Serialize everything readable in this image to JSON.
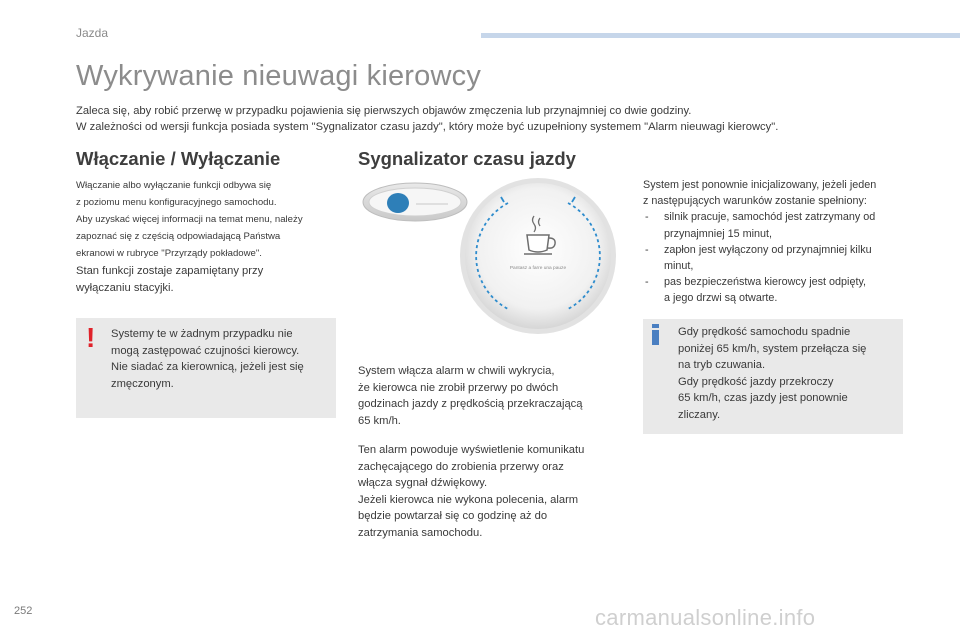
{
  "header": {
    "section_label": "Jazda",
    "page_title": "Wykrywanie nieuwagi kierowcy",
    "intro_lines": [
      "Zaleca się, aby robić przerwę w przypadku pojawienia się pierwszych objawów zmęczenia lub przynajmniej co dwie godziny.",
      "W zależności od wersji funkcja posiada system \"Sygnalizator czasu jazdy\", który może być uzupełniony systemem \"Alarm nieuwagi kierowcy\"."
    ]
  },
  "left": {
    "heading": "Włączanie / Wyłączanie",
    "small_lines": [
      "Włączanie albo wyłączanie funkcji odbywa się",
      "z poziomu menu konfiguracyjnego samochodu.",
      "Aby uzyskać więcej informacji na temat menu, należy",
      "zapoznać się z częścią odpowiadającą Państwa",
      "ekranowi w rubryce \"Przyrządy pokładowe\"."
    ],
    "memory_lines": [
      "Stan funkcji zostaje zapamiętany przy",
      "wyłączaniu stacyjki."
    ],
    "warning_mark": "!",
    "warning_lines": [
      "Systemy te w żadnym przypadku nie",
      "mogą zastępować czujności kierowcy.",
      "Nie siadać za kierownicą, jeżeli jest się",
      "zmęczonym."
    ]
  },
  "middle": {
    "heading": "Sygnalizator czasu jazdy",
    "display_message": "Pantasz a farre una pauze",
    "p1_lines": [
      "System włącza alarm w chwili wykrycia,",
      "że kierowca nie zrobił przerwy po dwóch",
      "godzinach jazdy z prędkością przekraczającą",
      "65 km/h."
    ],
    "p2_lines": [
      "Ten alarm powoduje wyświetlenie komunikatu",
      "zachęcającego do zrobienia przerwy oraz",
      "włącza sygnał dźwiękowy.",
      "Jeżeli kierowca nie wykona polecenia, alarm",
      "będzie powtarzał się co godzinę aż do",
      "zatrzymania samochodu."
    ]
  },
  "right": {
    "intro_lines": [
      "System jest ponownie inicjalizowany, jeżeli jeden",
      "z następujących warunków zostanie spełniony:"
    ],
    "bullet_dash": "-",
    "items": [
      [
        "silnik pracuje, samochód jest zatrzymany od",
        "przynajmniej 15 minut,"
      ],
      [
        "zapłon jest wyłączony od przynajmniej kilku",
        "minut,"
      ],
      [
        "pas bezpieczeństwa kierowcy jest odpięty,",
        "a jego drzwi są otwarte."
      ]
    ],
    "info_lines": [
      "Gdy prędkość samochodu spadnie",
      "poniżej 65 km/h, system przełącza się",
      "na tryb czuwania.",
      "Gdy prędkość jazdy przekroczy",
      "65 km/h, czas jazdy jest ponownie",
      "zliczany."
    ]
  },
  "footer": {
    "page_number": "252",
    "watermark": "carmanualsonline.info"
  },
  "colors": {
    "warning_red": "#e0222a",
    "info_blue": "#4a7fc1",
    "accent_bar": "#c6d6ea",
    "note_box": "#e9e9e9"
  }
}
